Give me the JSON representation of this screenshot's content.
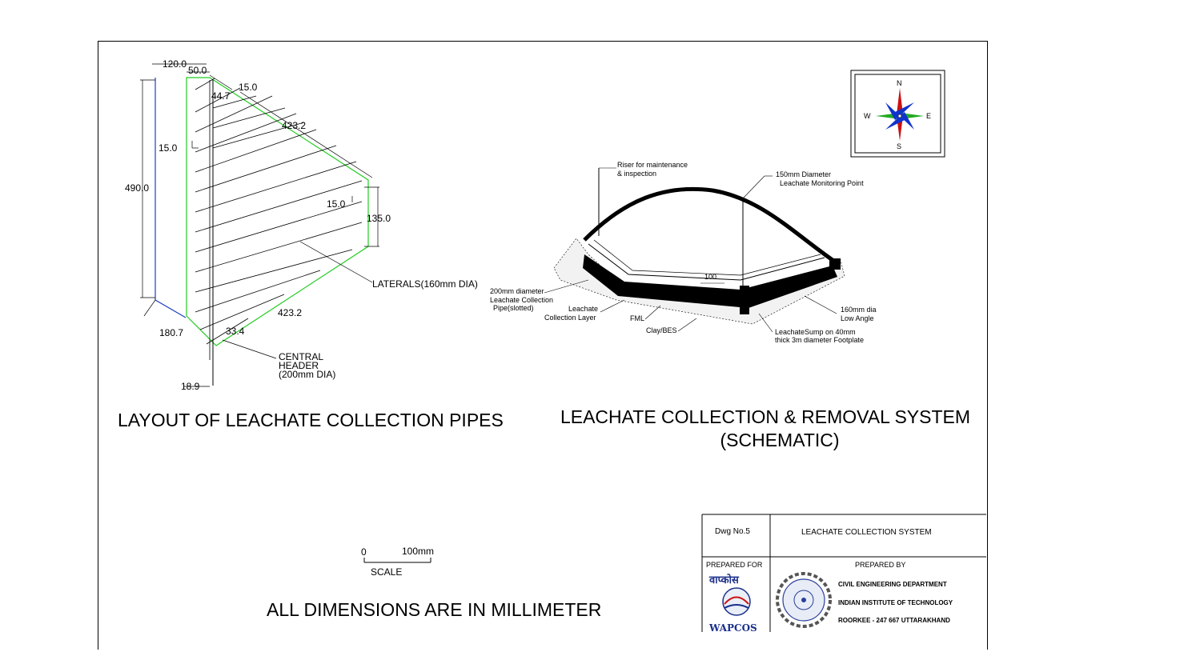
{
  "layout_plan": {
    "dims": {
      "top_120": "120.0",
      "top_50": "50.0",
      "d_44_7": "44.7",
      "d_15_top": "15.0",
      "d_423_top": "423.2",
      "d_15_left": "15.0",
      "d_490": "490.0",
      "d_15_right": "15.0",
      "d_135": "135.0",
      "d_423_bottom": "423.2",
      "d_180_7": "180.7",
      "d_33_4": "33.4",
      "d_18_9": "18.9"
    },
    "laterals_label": "LATERALS(160mm DIA)",
    "central_header_lines": [
      "CENTRAL",
      "HEADER",
      "(200mm DIA)"
    ],
    "title": "LAYOUT OF LEACHATE COLLECTION PIPES"
  },
  "schematic": {
    "riser_lines": [
      "Riser for maintenance",
      "& inspection"
    ],
    "monitoring_lines": [
      "150mm Diameter",
      "Leachate Monitoring Point"
    ],
    "pipe_lines": [
      "200mm diameter",
      "Leachate Collection",
      "Pipe(slotted)"
    ],
    "collection_layer_lines": [
      "Leachate",
      "Collection  Layer"
    ],
    "fml": "FML",
    "clay": "Clay/BES",
    "dim_100": "100",
    "low_angle_lines": [
      "160mm dia",
      "Low Angle"
    ],
    "sump_lines": [
      "LeachateSump on 40mm",
      "thick 3m diameter Footplate"
    ],
    "title_lines": [
      "LEACHATE COLLECTION & REMOVAL SYSTEM",
      "(SCHEMATIC)"
    ]
  },
  "compass": {
    "n": "N",
    "s": "S",
    "e": "E",
    "w": "W"
  },
  "scale": {
    "zero": "0",
    "end": "100mm",
    "label": "SCALE"
  },
  "note": "ALL DIMENSIONS ARE IN MILLIMETER",
  "title_block": {
    "dwg_no": "Dwg No.5",
    "dwg_title": "LEACHATE COLLECTION SYSTEM",
    "prepared_for": "PREPARED FOR",
    "prepared_by": "PREPARED BY",
    "client_hindi": "वाप्कोस",
    "client": "WAPCOS",
    "dept": "CIVIL ENGINEERING DEPARTMENT",
    "institute": "INDIAN INSTITUTE OF TECHNOLOGY",
    "address": "ROORKEE - 247 667 UTTARAKHAND"
  },
  "colors": {
    "green_outline": "#22cc22",
    "blue_line": "#1f3fbf",
    "compass_red": "#cc1111",
    "compass_blue": "#1133cc",
    "compass_green": "#22aa22"
  }
}
